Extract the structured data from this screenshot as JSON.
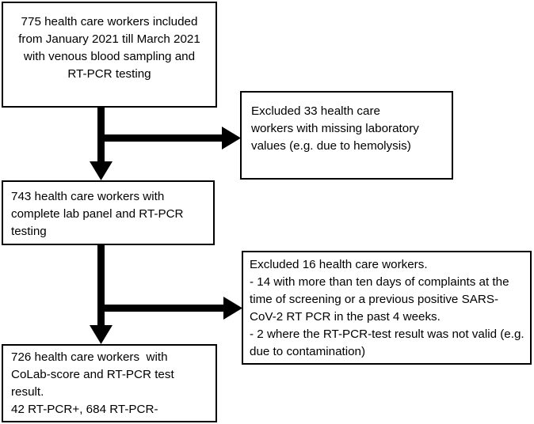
{
  "boxes": {
    "start": {
      "lines": [
        "775 health care workers included",
        "from January 2021 till March 2021",
        "with venous blood sampling and",
        "RT-PCR testing"
      ]
    },
    "exclusion_1": {
      "lines": [
        "Excluded 33 health care",
        "workers with missing laboratory",
        "values (e.g. due to hemolysis)"
      ]
    },
    "intermediate": {
      "lines": [
        "743 health care workers with",
        "complete lab panel and RT-PCR",
        "testing"
      ]
    },
    "exclusion_2": {
      "lines": [
        "Excluded 16 health care workers.",
        "- 14 with more than ten days of complaints at the",
        "time of screening or a previous positive SARS-",
        "CoV-2 RT PCR in the past 4 weeks.",
        "- 2 where the RT-PCR-test result was not valid (e.g.",
        "due to contamination)"
      ]
    },
    "final": {
      "lines": [
        "726 health care workers  with",
        "CoLab-score and RT-PCR test",
        "result.",
        "42 RT-PCR+, 684 RT-PCR-"
      ]
    }
  },
  "colors": {
    "stroke": "#000000",
    "background": "#ffffff"
  }
}
